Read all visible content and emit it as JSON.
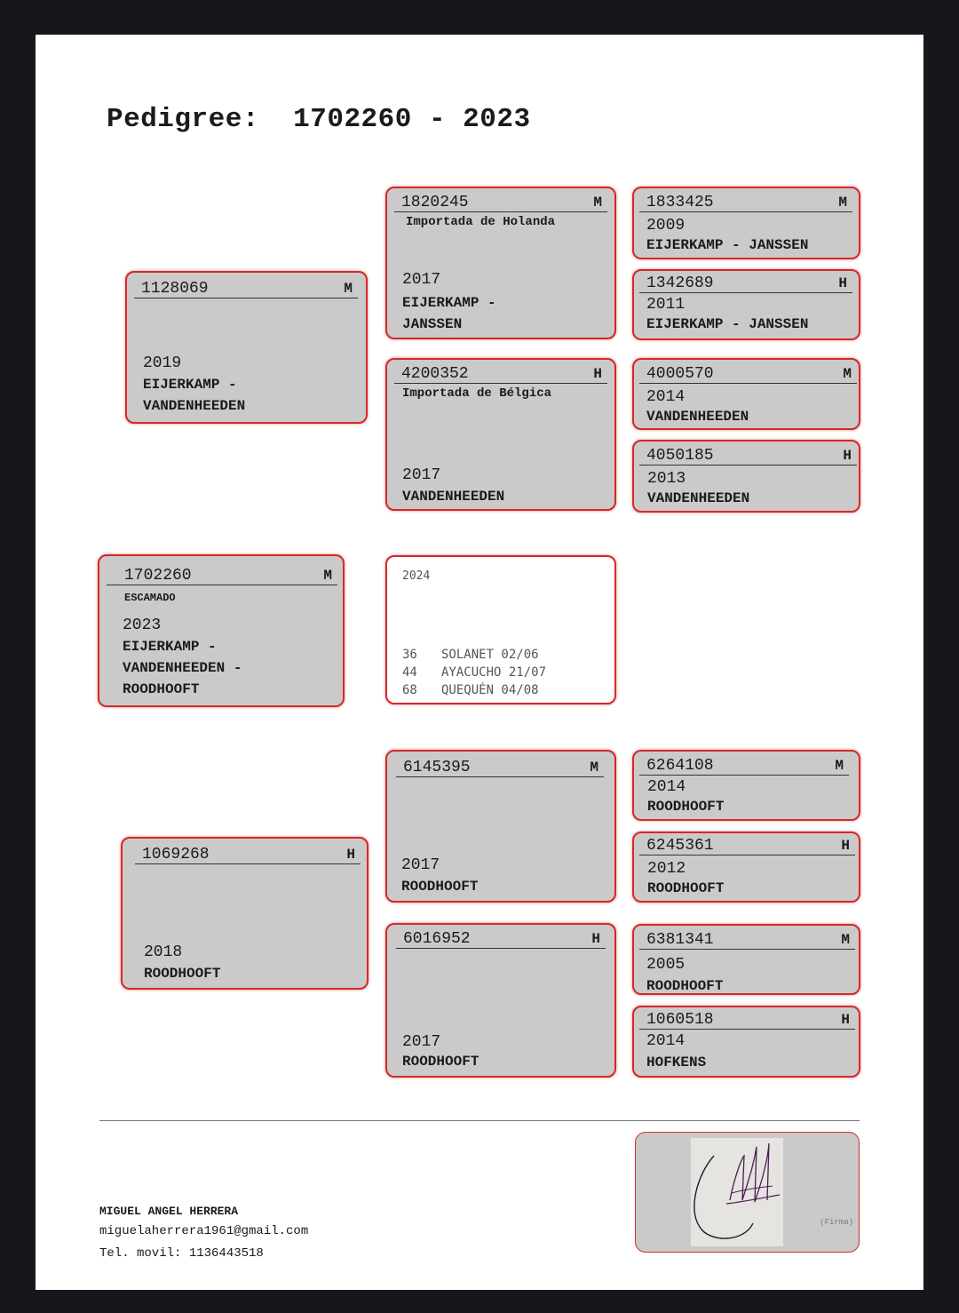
{
  "title": "Pedigree:  1702260 - 2023",
  "subject": {
    "ring": "1702260",
    "sex": "M",
    "note": "ESCAMADO",
    "year": "2023",
    "breeder": "EIJERKAMP -\nVANDENHEEDEN -\nROODHOOFT"
  },
  "races": {
    "season": "2024",
    "results": [
      {
        "position": "36",
        "race": "SOLANET 02/06"
      },
      {
        "position": "44",
        "race": "AYACUCHO 21/07"
      },
      {
        "position": "68",
        "race": "QUEQUÉN 04/08"
      }
    ]
  },
  "sire": {
    "ring": "1128069",
    "sex": "M",
    "year": "2019",
    "breeder": "EIJERKAMP -\nVANDENHEEDEN"
  },
  "dam": {
    "ring": "1069268",
    "sex": "H",
    "year": "2018",
    "breeder": "ROODHOOFT"
  },
  "grandparents": {
    "ss": {
      "ring": "1820245",
      "sex": "M",
      "note": "Importada de Holanda",
      "year": "2017",
      "breeder": "EIJERKAMP -\nJANSSEN"
    },
    "sd": {
      "ring": "4200352",
      "sex": "H",
      "note": "Importada de Bélgica",
      "year": "2017",
      "breeder": "VANDENHEEDEN"
    },
    "ds": {
      "ring": "6145395",
      "sex": "M",
      "year": "2017",
      "breeder": "ROODHOOFT"
    },
    "dd": {
      "ring": "6016952",
      "sex": "H",
      "year": "2017",
      "breeder": "ROODHOOFT"
    }
  },
  "great_grandparents": {
    "sss": {
      "ring": "1833425",
      "sex": "M",
      "year": "2009",
      "breeder": "EIJERKAMP - JANSSEN"
    },
    "ssd": {
      "ring": "1342689",
      "sex": "H",
      "year": "2011",
      "breeder": "EIJERKAMP - JANSSEN"
    },
    "sds": {
      "ring": "4000570",
      "sex": "M",
      "year": "2014",
      "breeder": "VANDENHEEDEN"
    },
    "sdd": {
      "ring": "4050185",
      "sex": "H",
      "year": "2013",
      "breeder": "VANDENHEEDEN"
    },
    "dss": {
      "ring": "6264108",
      "sex": "M",
      "year": "2014",
      "breeder": "ROODHOOFT"
    },
    "dsd": {
      "ring": "6245361",
      "sex": "H",
      "year": "2012",
      "breeder": "ROODHOOFT"
    },
    "dds": {
      "ring": "6381341",
      "sex": "M",
      "year": "2005",
      "breeder": "ROODHOOFT"
    },
    "ddd": {
      "ring": "1060518",
      "sex": "H",
      "year": "2014",
      "breeder": "HOFKENS"
    }
  },
  "contact": {
    "name": "MIGUEL ANGEL HERRERA",
    "email": "miguelaherrera1961@gmail.com",
    "phone": "Tel. movil: 1136443518"
  },
  "signature": {
    "label": "(Firma)"
  },
  "colors": {
    "card_fill": "#cacaca",
    "card_border": "#d42a2a",
    "page": "#ffffff",
    "background": "#16171c"
  }
}
